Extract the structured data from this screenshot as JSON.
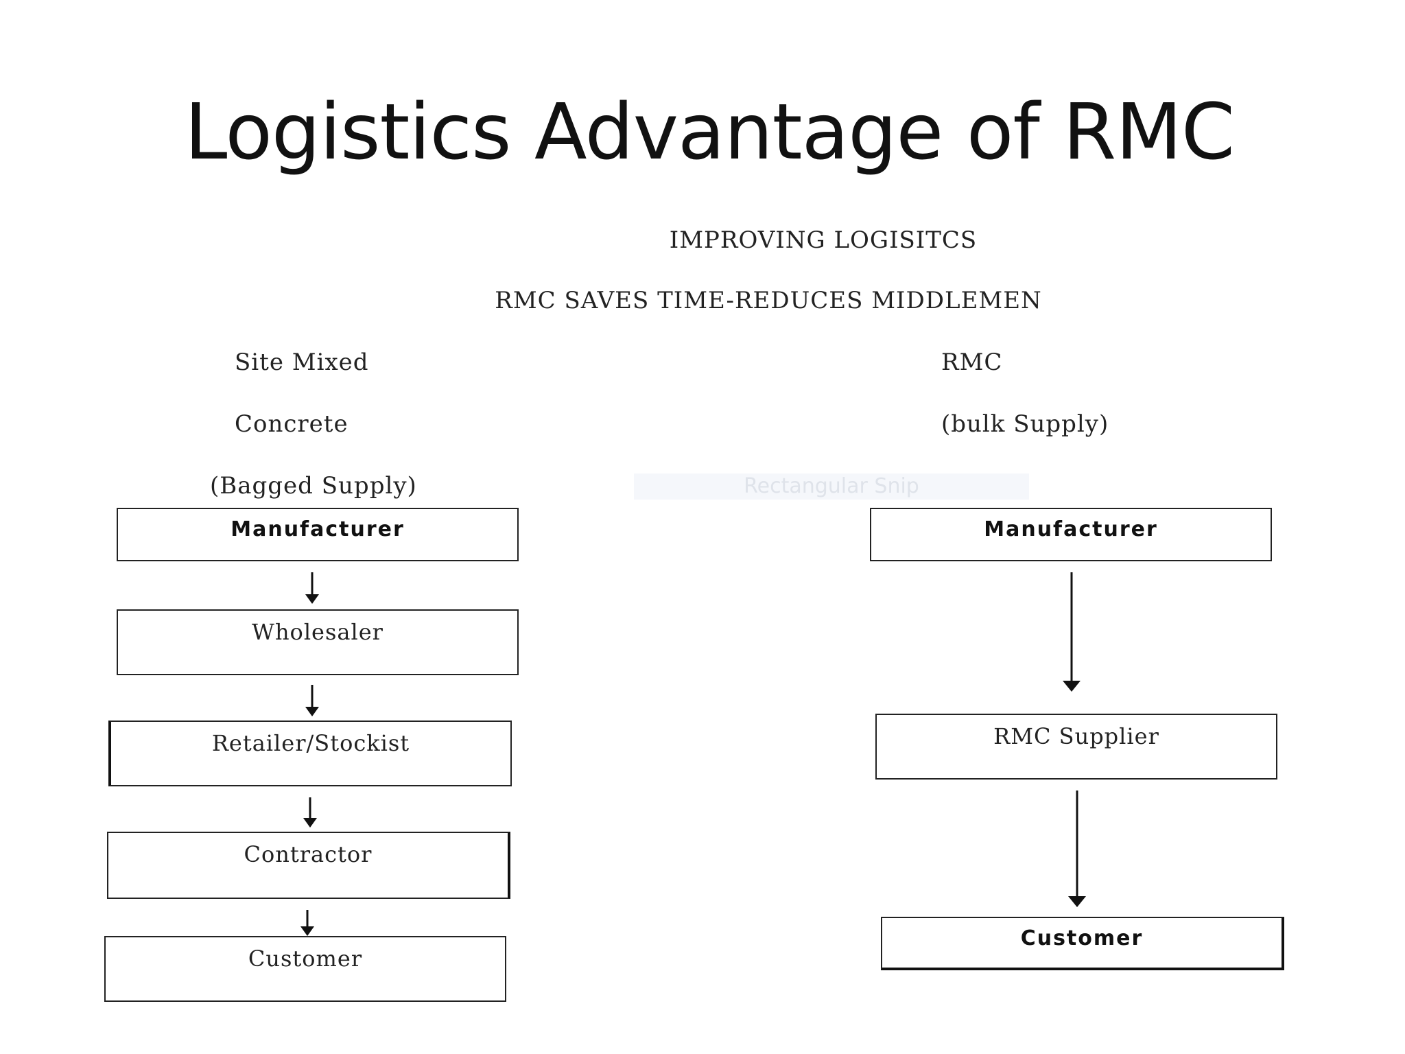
{
  "slide": {
    "title": "Logistics Advantage of RMC"
  },
  "diagram": {
    "heading": "IMPROVING LOGISITCS",
    "subheading": "RMC SAVES TIME-REDUCES MIDDLEMEN",
    "left_caption": {
      "line1": "Site Mixed",
      "line2": "Concrete",
      "line3": "(Bagged Supply)"
    },
    "right_caption": {
      "line1": "RMC",
      "line2": "(bulk Supply)"
    },
    "left_chain": [
      "Manufacturer",
      "Wholesaler",
      "Retailer/Stockist",
      "Contractor",
      "Customer"
    ],
    "right_chain": [
      "Manufacturer",
      "RMC Supplier",
      "Customer"
    ]
  },
  "overlay": {
    "snip_label": "Rectangular Snip"
  }
}
